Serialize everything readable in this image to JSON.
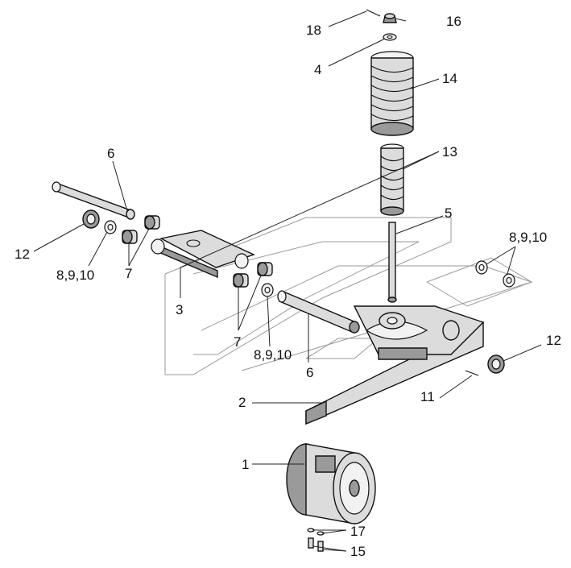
{
  "labels": {
    "l18": "18",
    "l16": "16",
    "l4": "4",
    "l14": "14",
    "l13": "13",
    "l6a": "6",
    "l5": "5",
    "l12a": "12",
    "l8a": "8,9,10",
    "l7a": "7",
    "l3": "3",
    "l8b": "8,9,10",
    "l7b": "7",
    "l8c": "8,9,10",
    "l6b": "6",
    "l12b": "12",
    "l11": "11",
    "l2": "2",
    "l1": "1",
    "l17": "17",
    "l15": "15"
  },
  "colors": {
    "metal": "#dcdcdc",
    "shadow": "#9a9a9a",
    "ink": "#111111"
  }
}
